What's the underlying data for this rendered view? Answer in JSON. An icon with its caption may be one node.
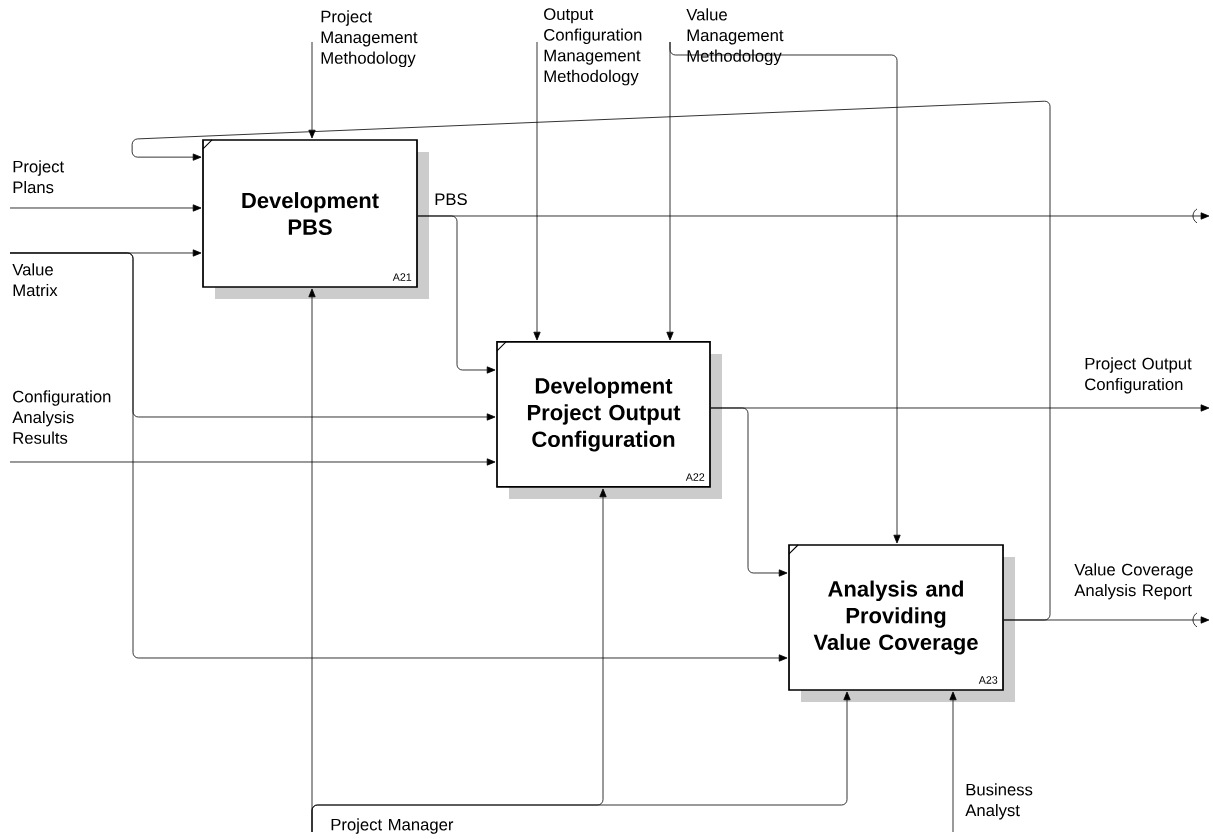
{
  "diagram": {
    "nodes": [
      {
        "text": [
          "Development PBS",
          "A21"
        ]
      },
      {
        "text": [
          "Development Project Output Configuration",
          "A22"
        ]
      },
      {
        "text": [
          "Analysis and Providing Value Coverage",
          "A23"
        ]
      }
    ],
    "edges": [
      {
        "from": null,
        "to": 0,
        "arrow": "to",
        "label": "Project Management Methodology"
      },
      {
        "from": null,
        "to": 1,
        "arrow": "to",
        "label": "Output Configuration Management Methodology"
      },
      {
        "from": null,
        "to": 1,
        "arrow": "to",
        "label": "Value Management Methodology"
      },
      {
        "from": null,
        "to": 2,
        "arrow": "to"
      },
      {
        "from": null,
        "to": 0,
        "arrow": "to",
        "label": "Project Plans"
      },
      {
        "from": null,
        "to": 0,
        "arrow": "to",
        "label": "Value Matrix"
      },
      {
        "from": null,
        "to": 1,
        "arrow": "to"
      },
      {
        "from": null,
        "to": 2,
        "arrow": "to"
      },
      {
        "from": null,
        "to": 1,
        "arrow": "to",
        "label": "Configuration Analysis Results"
      },
      {
        "from": 0,
        "to": null,
        "arrow": "to",
        "label": "PBS"
      },
      {
        "from": 0,
        "to": 1,
        "arrow": "to"
      },
      {
        "from": 1,
        "to": null,
        "arrow": "to",
        "label": "Project Output Configuration"
      },
      {
        "from": 1,
        "to": 2,
        "arrow": "to"
      },
      {
        "from": 2,
        "to": null,
        "arrow": "to",
        "label": "Value Coverage Analysis Report"
      },
      {
        "from": 2,
        "to": 0,
        "arrow": "to"
      },
      {
        "from": null,
        "to": 0,
        "arrow": "to",
        "label": "Project Manager"
      },
      {
        "from": null,
        "to": 1,
        "arrow": "to"
      },
      {
        "from": null,
        "to": 2,
        "arrow": "to"
      },
      {
        "from": null,
        "to": 2,
        "arrow": "to",
        "label": "Business Analyst"
      }
    ]
  }
}
